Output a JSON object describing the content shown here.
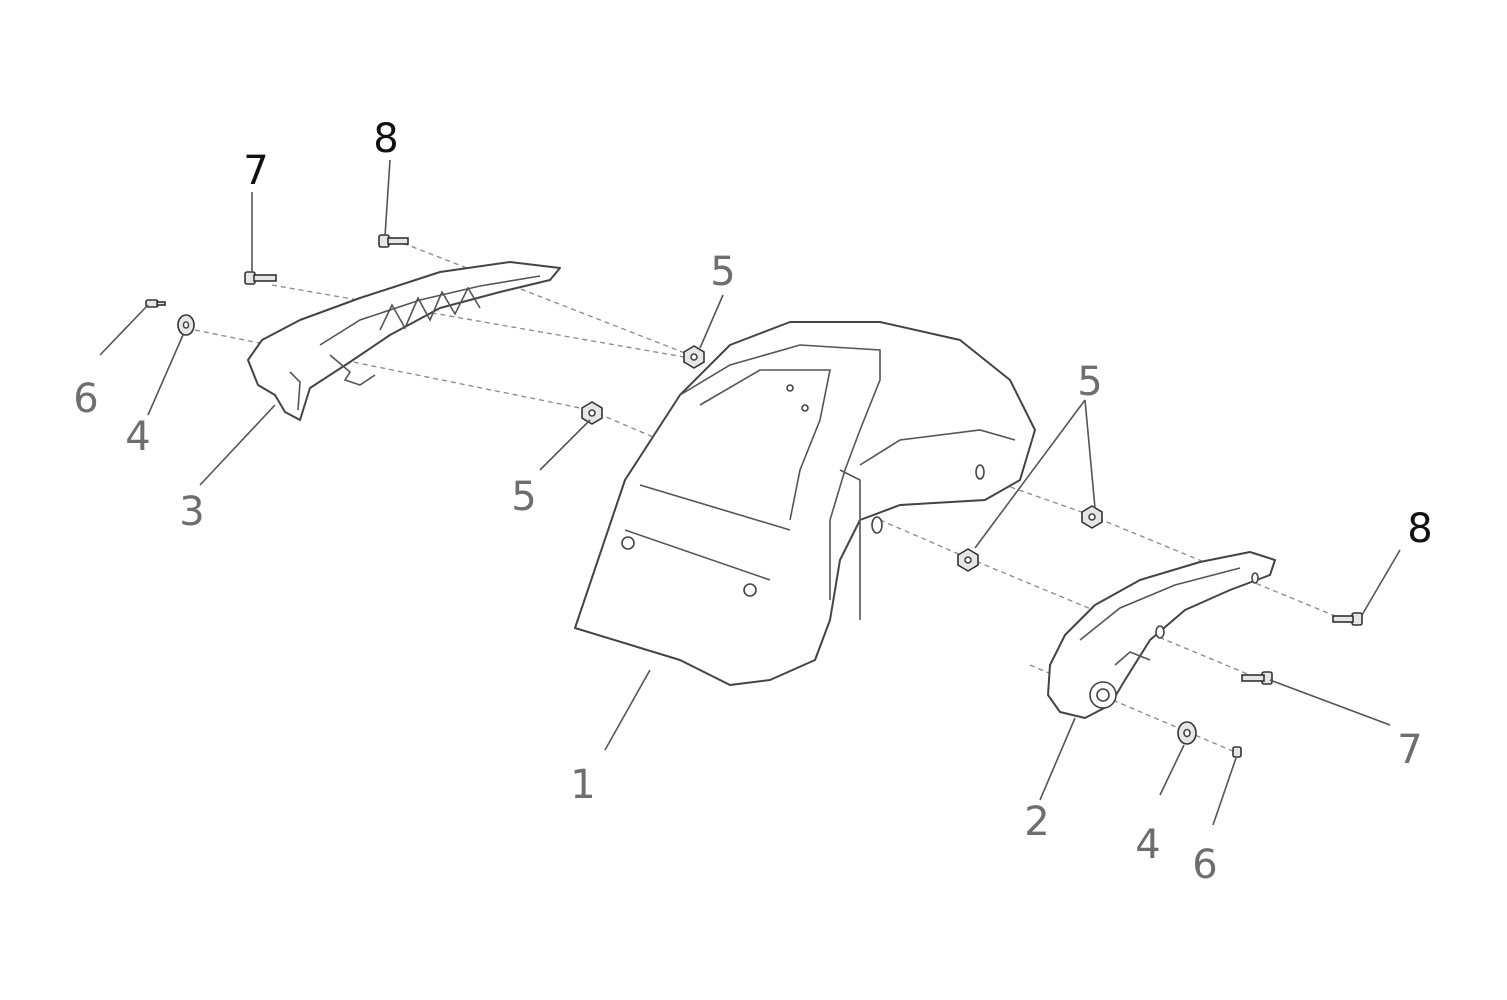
{
  "diagram": {
    "callouts": {
      "c1": "1",
      "c2": "2",
      "c3": "3",
      "c4a": "4",
      "c4b": "4",
      "c5a": "5",
      "c5b": "5",
      "c5c": "5",
      "c6a": "6",
      "c6b": "6",
      "c7a": "7",
      "c7b": "7",
      "c8a": "8",
      "c8b": "8"
    }
  }
}
